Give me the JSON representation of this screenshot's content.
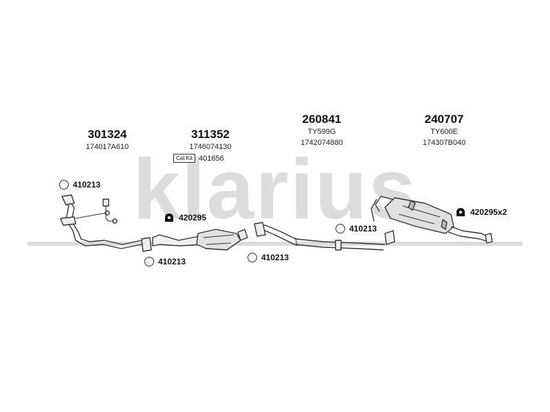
{
  "brand": {
    "watermark": "klarius",
    "watermark_color": "#d9d9d9"
  },
  "parts": [
    {
      "part_no": "301324",
      "ref": "174017A610"
    },
    {
      "part_no": "311352",
      "ref": "1746074130"
    },
    {
      "part_no": "260841",
      "ref": "TY599G",
      "ref2": "1742074880"
    },
    {
      "part_no": "240707",
      "ref": "TY600E",
      "ref2": "174307B040"
    }
  ],
  "cat_kit": {
    "label": "Cat Kit",
    "value": "401656"
  },
  "callouts": {
    "ring_a": "410213",
    "mount_a": "420295",
    "ring_b": "410213",
    "ring_c": "410213",
    "ring_d": "410213",
    "mount_b": "420295x2"
  },
  "icons": [
    "seal-ring-icon",
    "rubber-mount-icon"
  ]
}
